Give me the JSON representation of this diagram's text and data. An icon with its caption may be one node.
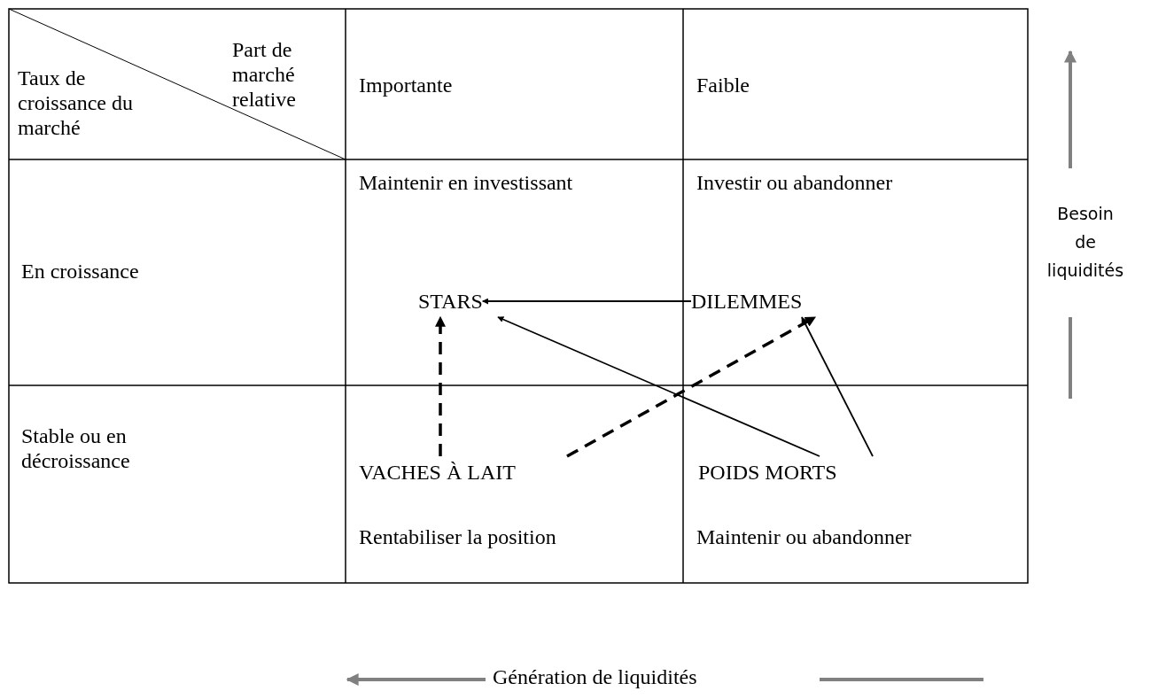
{
  "diagram": {
    "nodes": [
      {
        "text": [
          "STARS"
        ]
      },
      {
        "text": [
          "DILEMMES"
        ]
      },
      {
        "text": [
          "VACHES À LAIT"
        ]
      },
      {
        "text": [
          "POIDS MORTS"
        ]
      }
    ],
    "edges": [
      {
        "from": 1,
        "to": 0,
        "arrow": "to"
      },
      {
        "from": 3,
        "to": 0,
        "arrow": "to"
      },
      {
        "from": 2,
        "to": 0,
        "arrow": "to",
        "style": "dashed"
      },
      {
        "from": 2,
        "to": 1,
        "arrow": "to",
        "style": "dashed"
      },
      {
        "from": 3,
        "to": 1,
        "arrow": "to"
      }
    ],
    "labels": [
      "Part de marché relative",
      "Taux de croissance du marché",
      "Importante",
      "Faible",
      "En croissance",
      "Maintenir en investissant",
      "Investir ou abandonner",
      "Stable ou en décroissance",
      "Rentabiliser la position",
      "Maintenir ou abandonner",
      "Besoin de liquidités",
      "Génération de liquidités"
    ]
  }
}
